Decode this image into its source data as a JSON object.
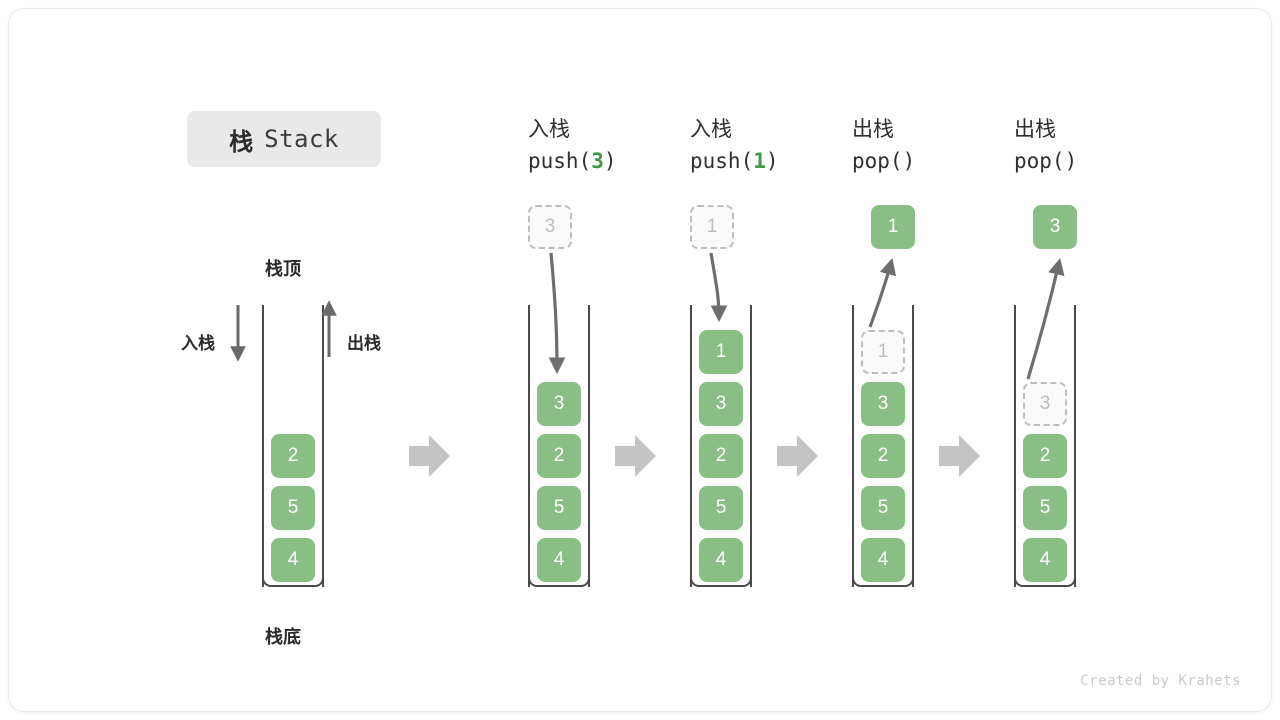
{
  "title": {
    "cn": "栈",
    "en": "Stack"
  },
  "labels": {
    "top": "栈顶",
    "bottom": "栈底",
    "push": "入栈",
    "pop": "出栈"
  },
  "watermark": "Created by Krahets",
  "colors": {
    "element_green": "#89bf84",
    "ghost_gray": "#bdbdbd",
    "accent_green_text": "#3f9a43",
    "frame_gray": "#4a4a4a",
    "block_arrow": "#c4c4c4",
    "chip_bg": "#e9e9e9"
  },
  "columns": [
    {
      "id": "initial",
      "header_line1": "",
      "header_line2_prefix": "",
      "header_line2_arg": "",
      "header_line2_suffix": "",
      "stack": [
        "2",
        "5",
        "4"
      ],
      "floating": null,
      "ghost_top": null
    },
    {
      "id": "push-3",
      "header_line1": "入栈",
      "header_line2_prefix": "push(",
      "header_line2_arg": "3",
      "header_line2_suffix": ")",
      "stack": [
        "3",
        "2",
        "5",
        "4"
      ],
      "floating": {
        "value": "3",
        "style": "ghost"
      },
      "ghost_top": null
    },
    {
      "id": "push-1",
      "header_line1": "入栈",
      "header_line2_prefix": "push(",
      "header_line2_arg": "1",
      "header_line2_suffix": ")",
      "stack": [
        "1",
        "3",
        "2",
        "5",
        "4"
      ],
      "floating": {
        "value": "1",
        "style": "ghost"
      },
      "ghost_top": null
    },
    {
      "id": "pop-1",
      "header_line1": "出栈",
      "header_line2_prefix": "pop(",
      "header_line2_arg": "",
      "header_line2_suffix": ")",
      "stack": [
        "3",
        "2",
        "5",
        "4"
      ],
      "floating": {
        "value": "1",
        "style": "solid"
      },
      "ghost_top": {
        "value": "1"
      }
    },
    {
      "id": "pop-3",
      "header_line1": "出栈",
      "header_line2_prefix": "pop(",
      "header_line2_arg": "",
      "header_line2_suffix": ")",
      "stack": [
        "2",
        "5",
        "4"
      ],
      "floating": {
        "value": "3",
        "style": "solid"
      },
      "ghost_top": {
        "value": "3"
      }
    }
  ]
}
